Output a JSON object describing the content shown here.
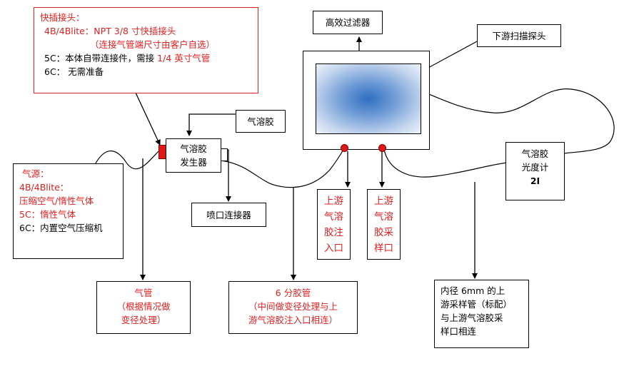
{
  "quick_connector": {
    "title": "快插接头：",
    "line1": "4B/4Blite：NPT 3/8 寸快插接头",
    "line2": "（连接气管端尺寸由客户自选）",
    "line3_black": "5C：本体自带连接件，需接 ",
    "line3_red": "1/4 英寸气管",
    "line4": "6C：  无需准备"
  },
  "gas_source": {
    "title": "气源：",
    "line1": "4B/4Blite：",
    "line2": "压缩空气/惰性气体",
    "line3": "5C：惰性气体",
    "line4": "6C：内置空气压缩机"
  },
  "generator": {
    "line1": "气溶胶",
    "line2": "发生器"
  },
  "aerosol_label": "气溶胶",
  "nozzle_label": "喷口连接器",
  "hepa_label": "高效过滤器",
  "downstream_probe_label": "下游扫描探头",
  "photometer": {
    "line1": "气溶胶",
    "line2": "光度计",
    "line3": "2I"
  },
  "upstream_inject": [
    "上游",
    "气溶",
    "胶注",
    "入口"
  ],
  "upstream_sample": [
    "上游",
    "气溶",
    "胶采",
    "样口"
  ],
  "gas_tube": {
    "line1": "气管",
    "line2": "（根据情况做",
    "line3": "变径处理）"
  },
  "tube_6": {
    "line1": "6 分胶管",
    "line2": "（中间做变径处理与上",
    "line3": "游气溶胶注入口相连）"
  },
  "sample_tube": {
    "line1": "内径  6mm  的上",
    "line2": "游采样管（标配）",
    "line3": "与上游气溶胶采",
    "line4": "样口相连"
  },
  "colors": {
    "red": "#e02020",
    "screen_center": "#2f6fc0"
  }
}
